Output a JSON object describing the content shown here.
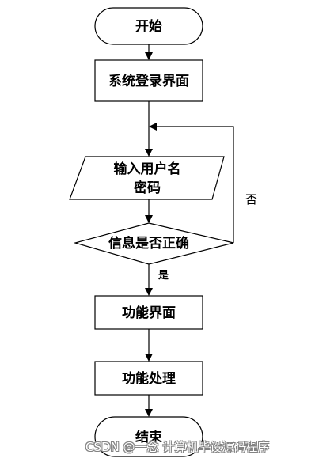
{
  "nodes": {
    "start": "开始",
    "login": "系统登录界面",
    "input_line1": "输入用户名",
    "input_line2": "密码",
    "check": "信息是否正确",
    "function_ui": "功能界面",
    "function_proc": "功能处理",
    "end": "结束"
  },
  "edges": {
    "no_label": "否",
    "yes_label": "是"
  },
  "watermark": "CSDN @一念 计算机毕设源码程序"
}
